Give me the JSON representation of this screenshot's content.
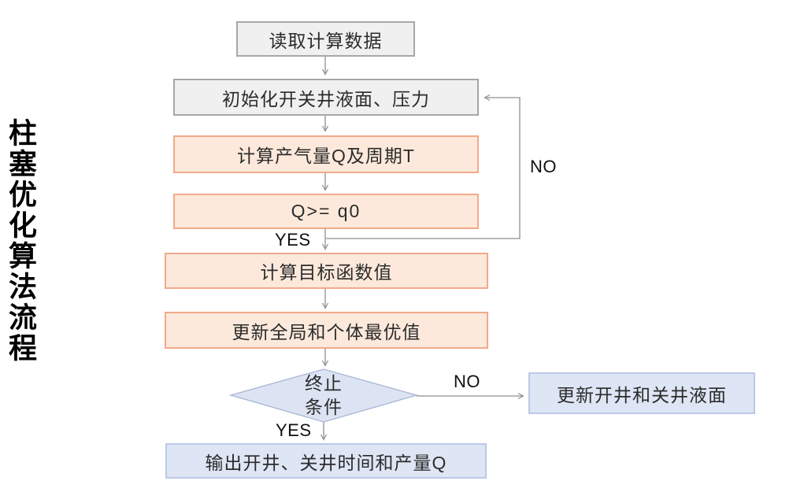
{
  "title": {
    "text": "柱塞优化算法流程"
  },
  "flowchart": {
    "nodes": {
      "read_data": {
        "label": "读取计算数据",
        "type": "process-gray"
      },
      "init": {
        "label": "初始化开关井液面、压力",
        "type": "process-gray"
      },
      "compute_q": {
        "label": "计算产气量Q及周期T",
        "type": "process-orange"
      },
      "check_q": {
        "label": "Q>= q0",
        "type": "condition-orange"
      },
      "objective": {
        "label": "计算目标函数值",
        "type": "process-orange"
      },
      "update_best": {
        "label": "更新全局和个体最优值",
        "type": "process-orange"
      },
      "terminate": {
        "label_line1": "终止",
        "label_line2": "条件",
        "type": "decision-blue"
      },
      "update_level": {
        "label": "更新开井和关井液面",
        "type": "process-blue"
      },
      "output": {
        "label": "输出开井、关井时间和产量Q",
        "type": "process-blue"
      }
    },
    "edge_labels": {
      "q_yes": "YES",
      "q_no": "NO",
      "terminate_no": "NO",
      "terminate_yes": "YES"
    },
    "colors": {
      "gray_fill": "#F0F0F0",
      "gray_border": "#A7A7A7",
      "orange_fill": "#FCE9DB",
      "orange_border": "#F2A98B",
      "blue_fill": "#DEE5F4",
      "blue_border": "#BCC8E6",
      "diamond_fill": "#DCE4F3",
      "diamond_border": "#A9B6D3",
      "line": "#8F8F8F",
      "text": "#2B2B2B"
    }
  }
}
